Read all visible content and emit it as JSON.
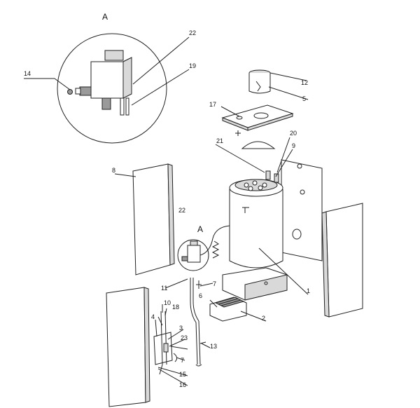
{
  "figure": {
    "detail_view_label": "A",
    "callout_label": "A",
    "parts": [
      "1",
      "2",
      "3",
      "4",
      "5",
      "6",
      "7",
      "8",
      "9",
      "10",
      "11",
      "12",
      "13",
      "14",
      "15",
      "16",
      "17",
      "18",
      "19",
      "20",
      "21",
      "22",
      "23"
    ],
    "extra_labels": {
      "part7_second": "7",
      "part22_second": "22"
    }
  }
}
